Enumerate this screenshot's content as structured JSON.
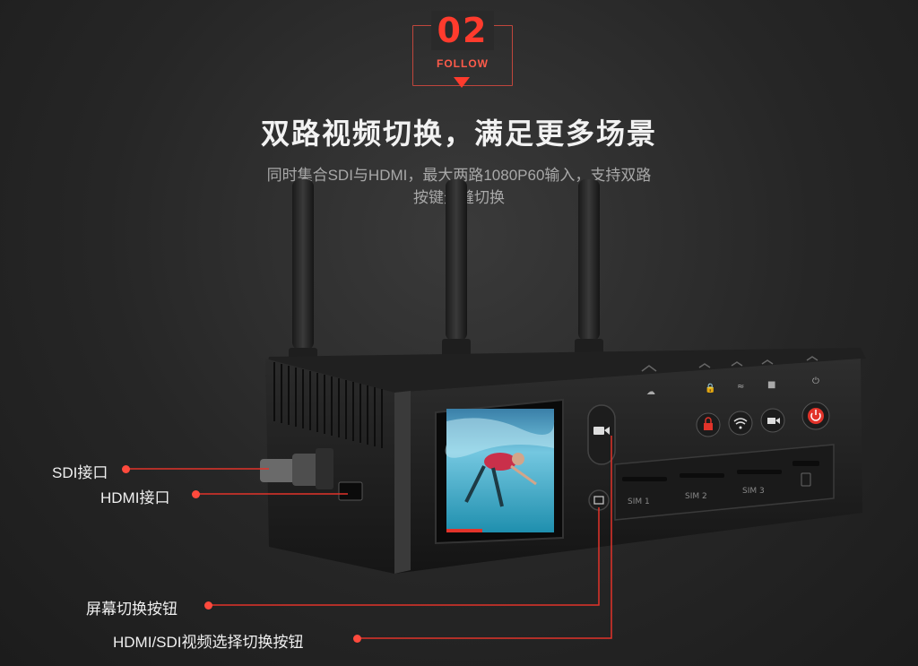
{
  "badge": {
    "number": "02",
    "word": "FOLLOW"
  },
  "header": {
    "title": "双路视频切换，满足更多场景",
    "subtitle_line1": "同时集合SDI与HDMI，最大两路1080P60输入，支持双路",
    "subtitle_line2": "按键无缝切换"
  },
  "device": {
    "sim_slots": [
      "SIM 1",
      "SIM 2",
      "SIM 3"
    ],
    "buttons": [
      "lock-icon",
      "wifi-icon",
      "camera-icon",
      "power-icon"
    ],
    "accent_color": "#e2332a"
  },
  "callouts": {
    "sdi": "SDI接口",
    "hdmi": "HDMI接口",
    "screen_switch": "屏幕切换按钮",
    "video_select": "HDMI/SDI视频选择切换按钮"
  }
}
